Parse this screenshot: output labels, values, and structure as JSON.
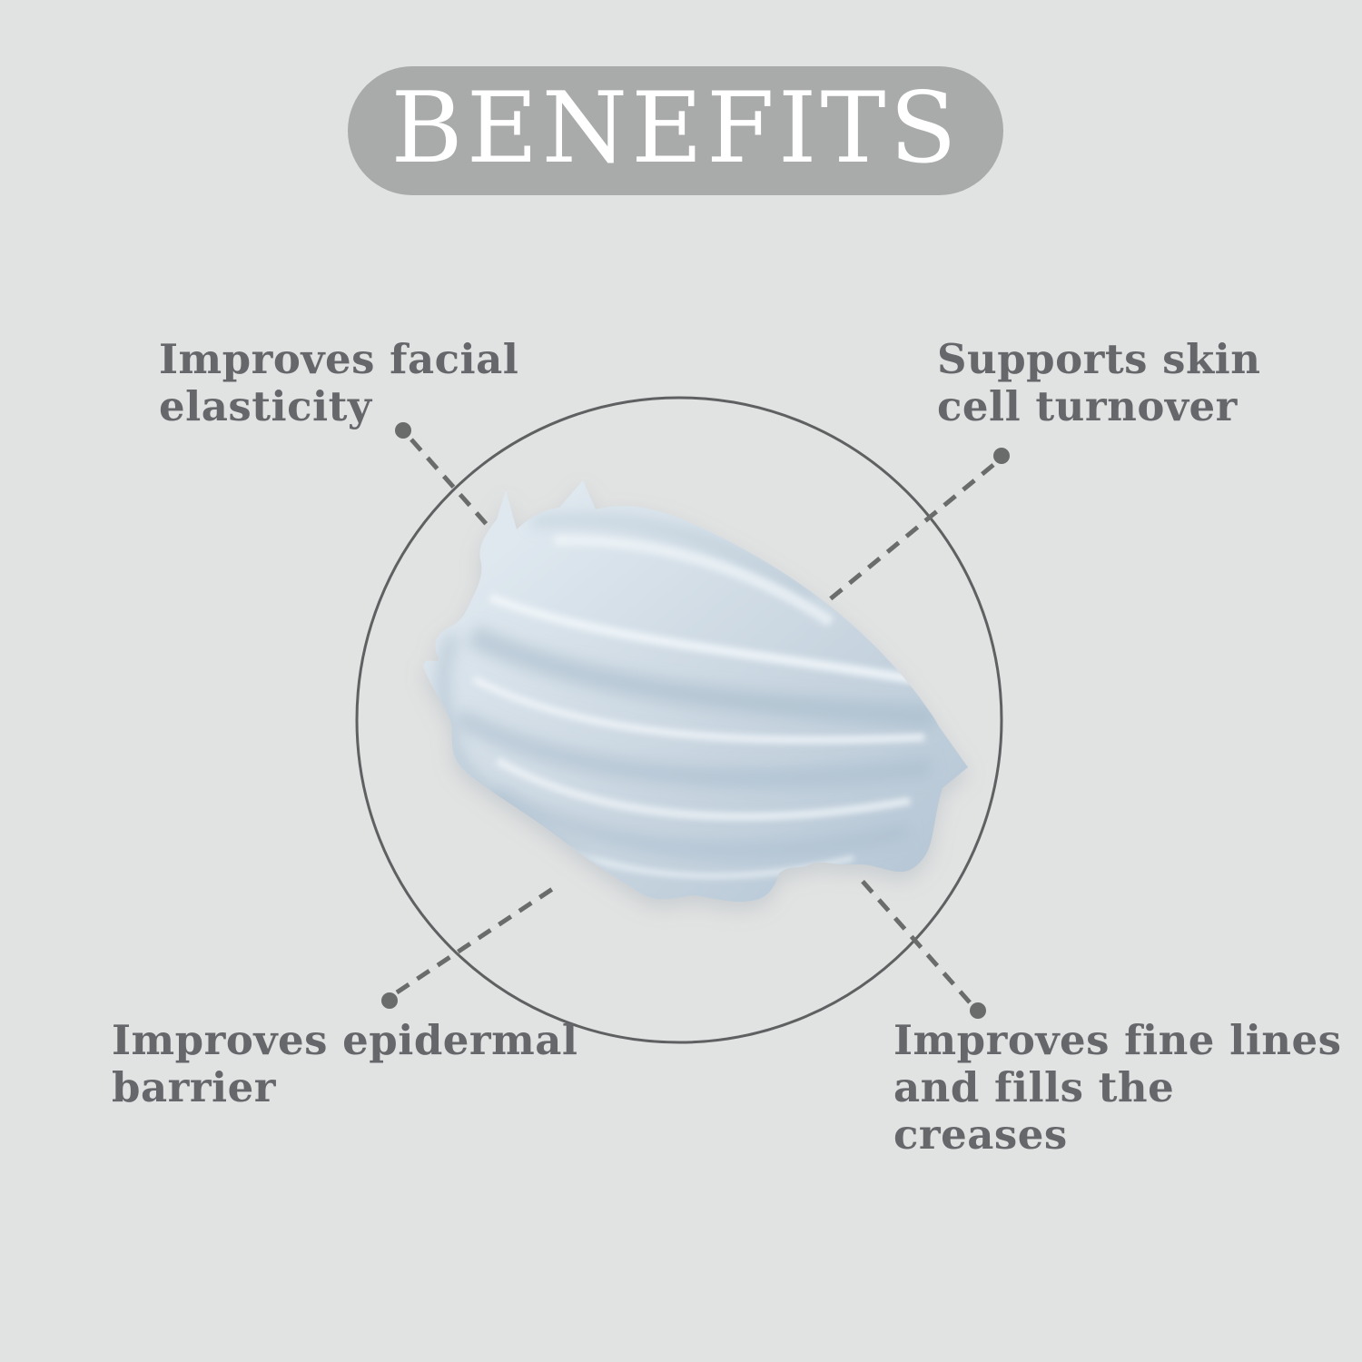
{
  "title": "BENEFITS",
  "benefits": [
    {
      "id": "top-left",
      "line1": "Improves facial",
      "line2": "elasticity"
    },
    {
      "id": "top-right",
      "line1": "Supports skin",
      "line2": "cell turnover"
    },
    {
      "id": "bottom-left",
      "line1": "Improves epidermal",
      "line2": "barrier"
    },
    {
      "id": "bottom-right",
      "line1": "Improves fine lines",
      "line2": "and fills the creases"
    }
  ],
  "center_illustration": "cream-texture-swatch",
  "colors": {
    "background": "#e1e2e2",
    "title_pill": "#a9aaaa",
    "title_text": "#ffffff",
    "label_text": "#65676a",
    "circle_stroke": "#5f6061",
    "connector": "#6a6b6b",
    "cream_light": "#e7edf2",
    "cream_mid": "#ccd8e2",
    "cream_shadow": "#aebfd0"
  }
}
